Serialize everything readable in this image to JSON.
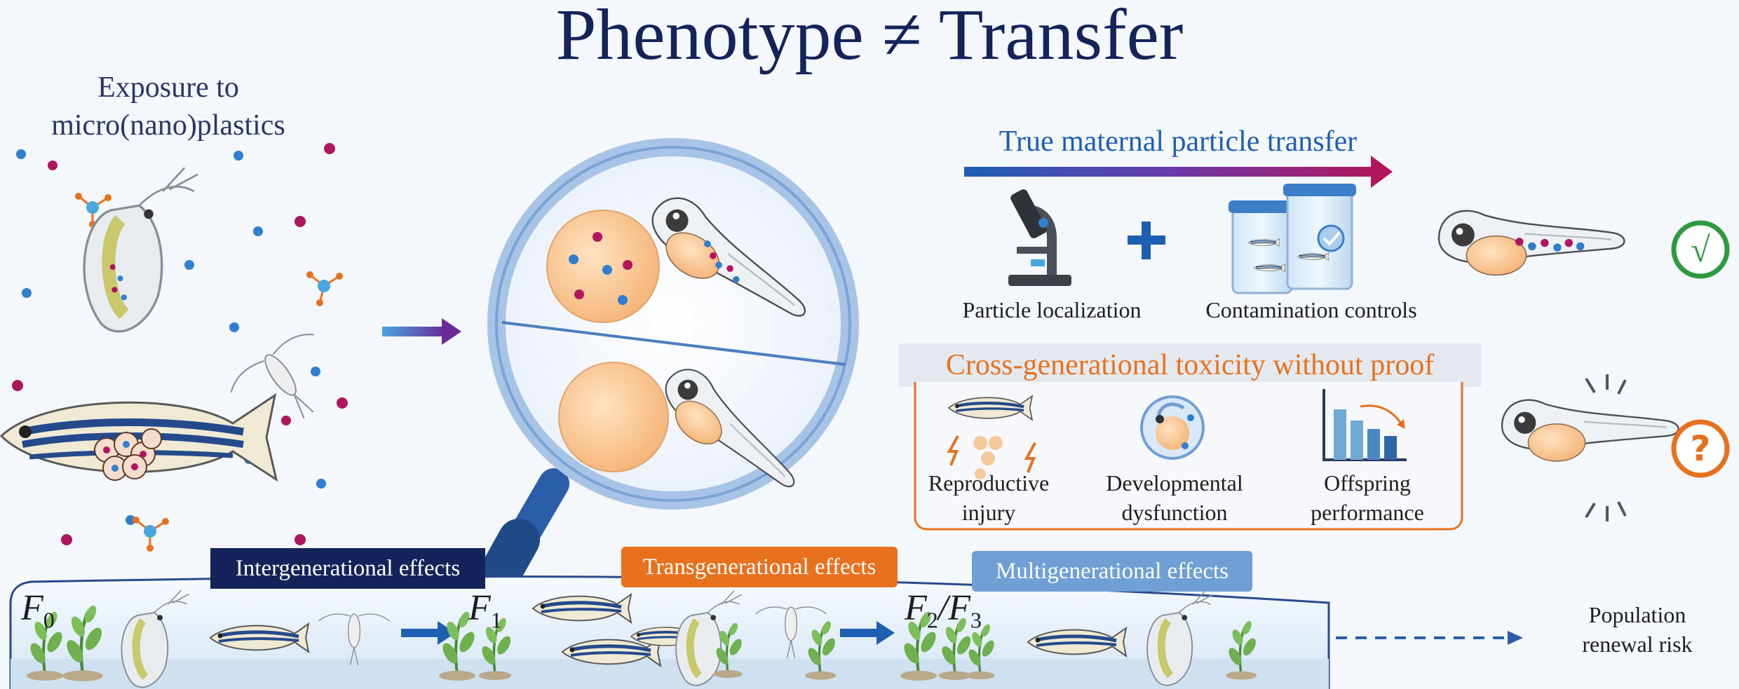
{
  "title": "Phenotype ≠ Transfer",
  "exposure": {
    "line1": "Exposure to",
    "line2": "micro(nano)plastics"
  },
  "true_transfer": {
    "heading": "True maternal particle transfer",
    "item1": "Particle localization",
    "item2": "Contamination controls",
    "result_glyph": "√"
  },
  "cross_gen": {
    "heading": "Cross-generational toxicity without proof",
    "item1_l1": "Reproductive",
    "item1_l2": "injury",
    "item2_l1": "Developmental",
    "item2_l2": "dysfunction",
    "item3_l1": "Offspring",
    "item3_l2": "performance",
    "result_glyph": "?"
  },
  "effects": {
    "inter": "Intergenerational effects",
    "trans": "Transgenerational effects",
    "multi": "Multigenerational effects"
  },
  "generations": {
    "f0": "F",
    "f0_sub": "0",
    "f1": "F",
    "f1_sub": "1",
    "f2": "F",
    "f2_sub": "2",
    "slash": "/",
    "f3": "F",
    "f3_sub": "3"
  },
  "population": {
    "line1": "Population",
    "line2": "renewal risk"
  },
  "colors": {
    "navy": "#14245a",
    "orange": "#e8711e",
    "green": "#2e9a3f",
    "magenta": "#b0165e",
    "blue": "#2f7fd0",
    "steel": "#6f9fd4"
  }
}
